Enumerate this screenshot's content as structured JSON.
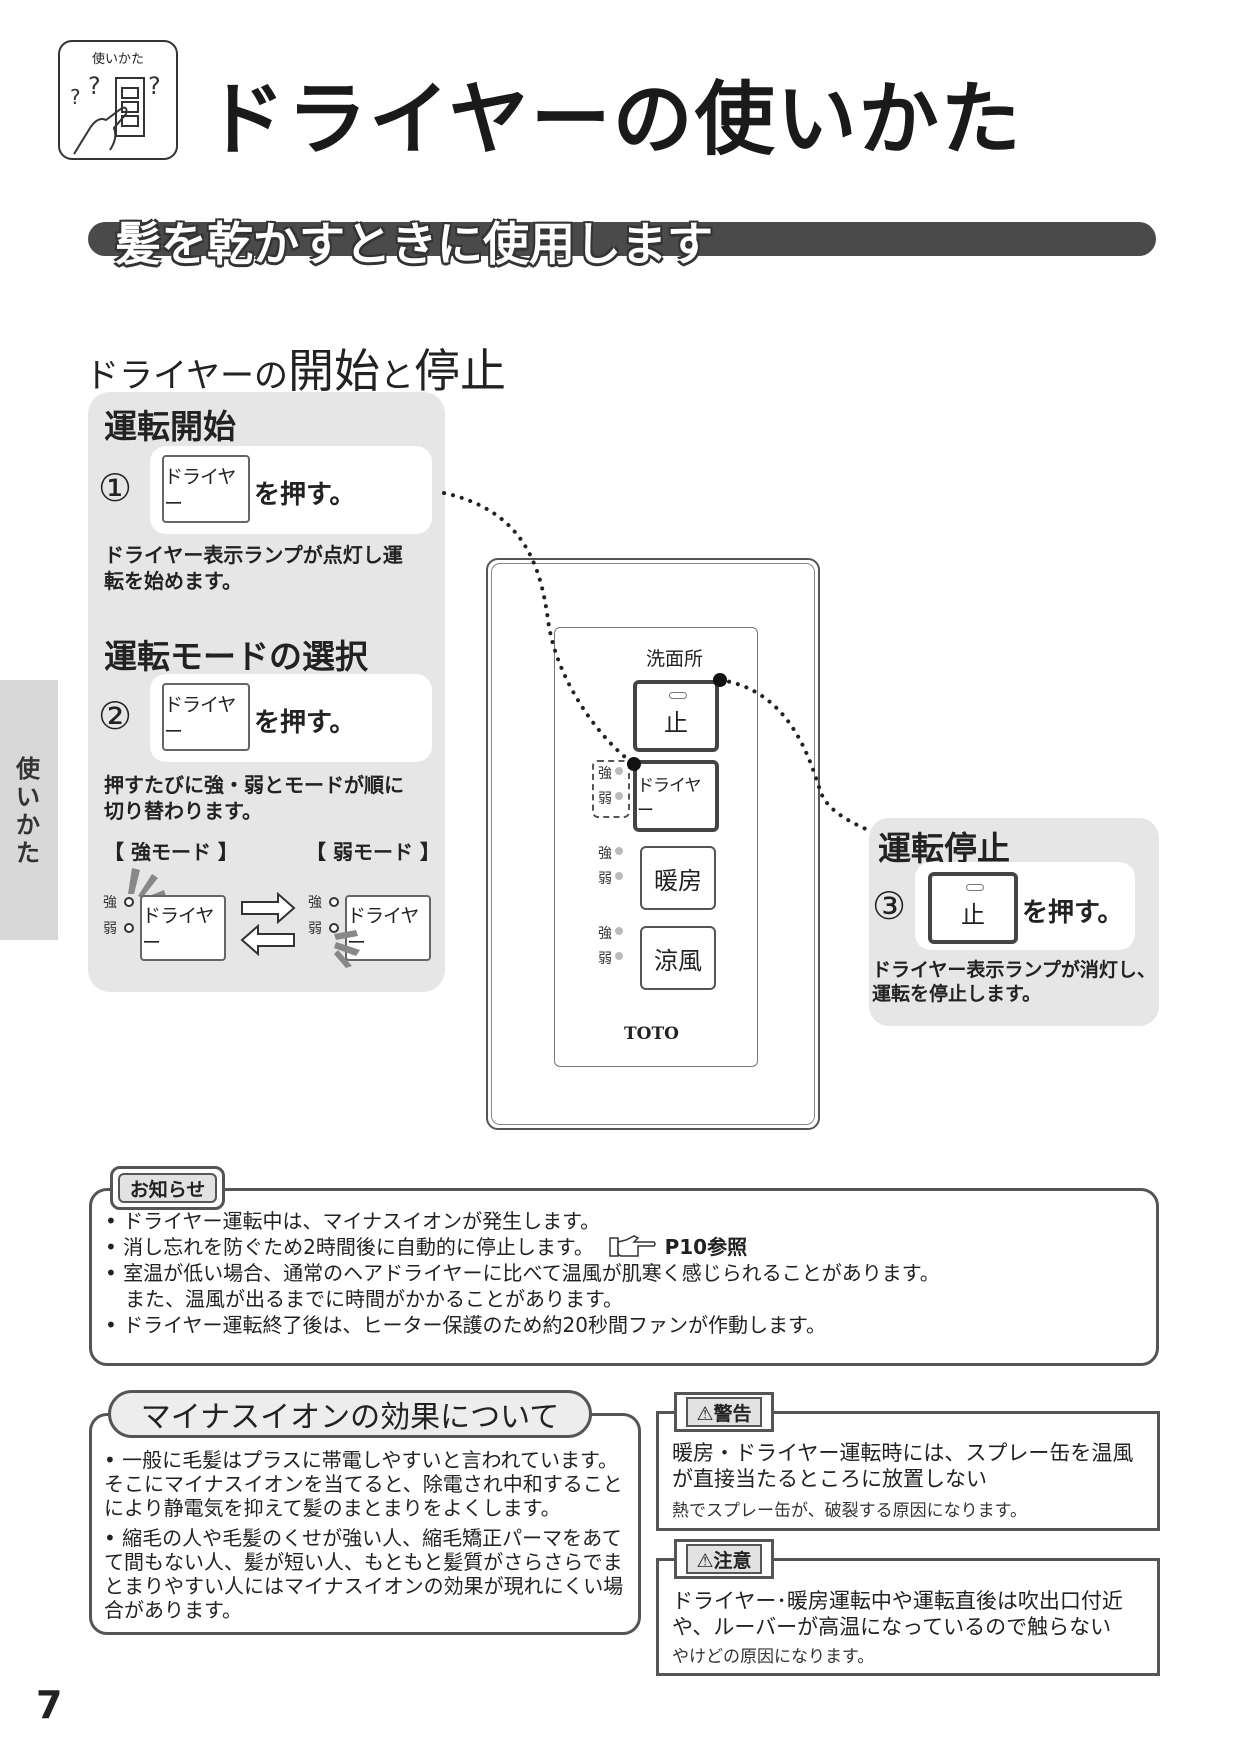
{
  "header": {
    "icon_caption": "使いかた",
    "title": "ドライヤーの使いかた"
  },
  "banner": {
    "title": "髪を乾かすときに使用します"
  },
  "section": {
    "heading_a": "ドライヤーの",
    "heading_b": "開始",
    "heading_c": "と",
    "heading_d": "停止"
  },
  "start": {
    "heading": "運転開始",
    "step_num": "①",
    "button_label": "ドライヤー",
    "push_text": "を押す。",
    "desc_line1": "ドライヤー表示ランプが点灯し運",
    "desc_line2": "転を始めます。"
  },
  "mode": {
    "heading": "運転モードの選択",
    "step_num": "②",
    "button_label": "ドライヤー",
    "push_text": "を押す。",
    "desc_line1": "押すたびに強・弱とモードが順に",
    "desc_line2": "切り替わります。",
    "strong_mode": "【 強モード 】",
    "weak_mode": "【 弱モード 】",
    "strong_label": "強",
    "weak_label": "弱",
    "btn_label": "ドライヤー"
  },
  "remote": {
    "location": "洗面所",
    "stop_label": "止",
    "dryer_label": "ドライヤー",
    "heater_label": "暖房",
    "cool_label": "涼風",
    "brand": "TOTO",
    "strong": "強",
    "weak": "弱"
  },
  "stop": {
    "heading": "運転停止",
    "step_num": "③",
    "button_label": "止",
    "push_text": "を押す。",
    "desc_line1": "ドライヤー表示ランプが消灯し、",
    "desc_line2": "運転を停止します。"
  },
  "notice": {
    "tab": "お知らせ",
    "lines": [
      "• ドライヤー運転中は、マイナスイオンが発生します。",
      "• 消し忘れを防ぐため2時間後に自動的に停止します。",
      "• 室温が低い場合、通常のヘアドライヤーに比べて温風が肌寒く感じられることがあります。",
      "　また、温風が出るまでに時間がかかることがあります。",
      "• ドライヤー運転終了後は、ヒーター保護のため約20秒間ファンが作動します。"
    ],
    "ref": "P10参照"
  },
  "ion": {
    "title": "マイナスイオンの効果について",
    "p1": "• 一般に毛髪はプラスに帯電しやすいと言われています。そこにマイナスイオンを当てると、除電され中和することにより静電気を抑えて髪のまとまりをよくします。",
    "p2": "• 縮毛の人や毛髪のくせが強い人、縮毛矯正パーマをあてて間もない人、髪が短い人、もともと髪質がさらさらでまとまりやすい人にはマイナスイオンの効果が現れにくい場合があります。"
  },
  "warning": {
    "tab": "⚠警告",
    "main": "暖房・ドライヤー運転時には、スプレー缶を温風が直接当たるところに放置しない",
    "sub": "熱でスプレー缶が、破裂する原因になります。"
  },
  "caution": {
    "tab": "⚠注意",
    "main": "ドライヤー･暖房運転中や運転直後は吹出口付近や、ルーバーが高温になっているので触らない",
    "sub": "やけどの原因になります。"
  },
  "side_tab": "使いかた",
  "page_number": "7"
}
